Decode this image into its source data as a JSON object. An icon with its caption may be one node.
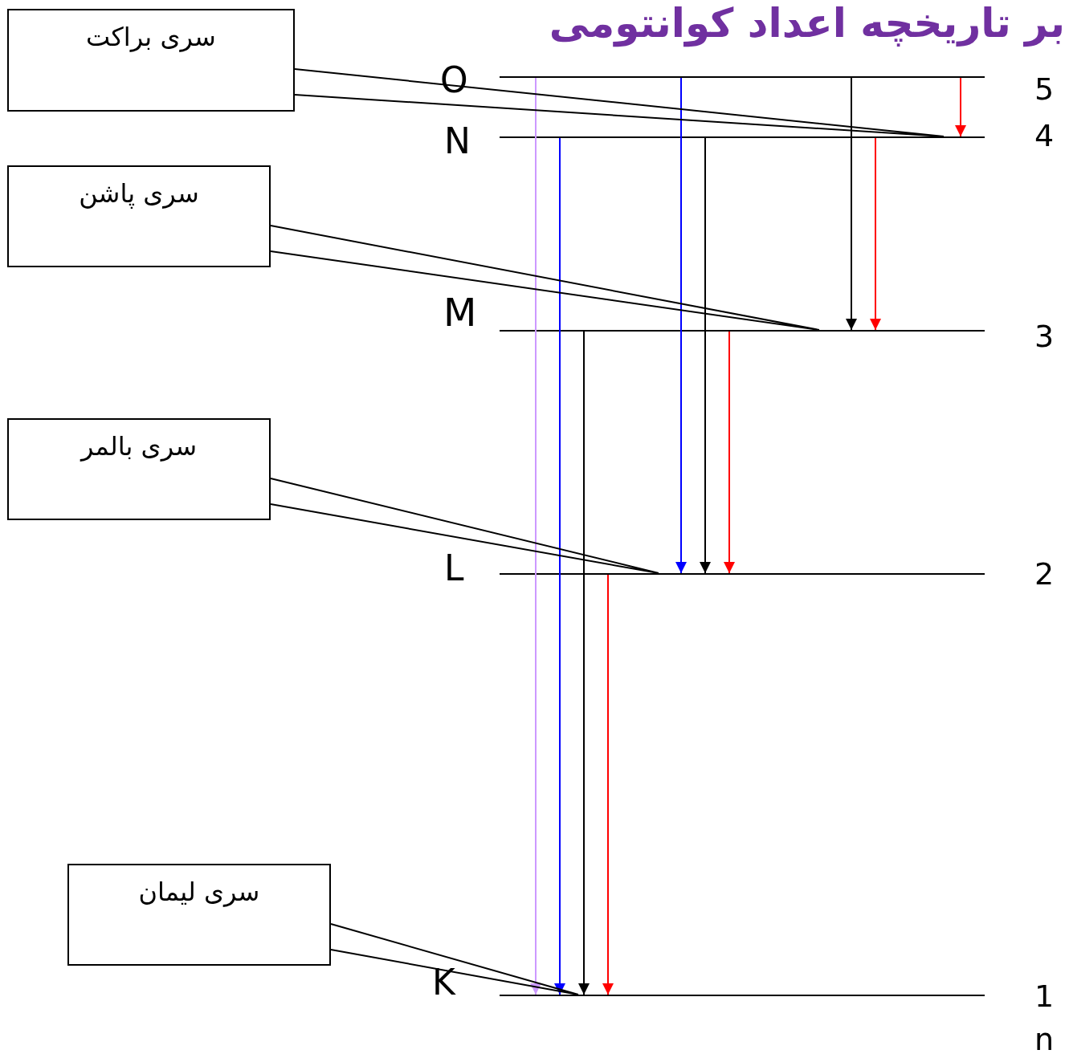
{
  "diagram": {
    "title": "بر تاریخچه اعداد کوانتومی",
    "nodes": [
      {
        "text": [
          "سری براکت"
        ]
      },
      {
        "text": [],
        "shape": "line"
      },
      {
        "text": [],
        "shape": "line"
      },
      {
        "text": [
          "سری پاشن"
        ]
      },
      {
        "text": [],
        "shape": "line"
      },
      {
        "text": [
          "سری بالمر"
        ]
      },
      {
        "text": [],
        "shape": "line"
      },
      {
        "text": [
          "سری لیمان"
        ]
      },
      {
        "text": [],
        "shape": "line"
      }
    ],
    "edges": [
      {
        "from": 1,
        "to": 8,
        "arrow": "to",
        "color": "#cc99ff"
      },
      {
        "from": 1,
        "to": 6,
        "arrow": "to",
        "color": "#0000ff"
      },
      {
        "from": 1,
        "to": 4,
        "arrow": "to",
        "color": "#000000"
      },
      {
        "from": 1,
        "to": 2,
        "arrow": "to",
        "color": "#ff0000"
      },
      {
        "from": 2,
        "to": 8,
        "arrow": "to",
        "color": "#0000ff"
      },
      {
        "from": 2,
        "to": 6,
        "arrow": "to",
        "color": "#000000"
      },
      {
        "from": 2,
        "to": 4,
        "arrow": "to",
        "color": "#ff0000"
      },
      {
        "from": 4,
        "to": 8,
        "arrow": "to",
        "color": "#000000"
      },
      {
        "from": 4,
        "to": 6,
        "arrow": "to",
        "color": "#ff0000"
      },
      {
        "from": 6,
        "to": 8,
        "arrow": "to",
        "color": "#ff0000"
      },
      {
        "from": 0,
        "to": 2,
        "arrow": "none"
      },
      {
        "from": 3,
        "to": 4,
        "arrow": "none"
      },
      {
        "from": 5,
        "to": 6,
        "arrow": "none"
      },
      {
        "from": 7,
        "to": 8,
        "arrow": "none"
      }
    ],
    "labels": [
      "O",
      "5",
      "N",
      "4",
      "M",
      "3",
      "L",
      "2",
      "K",
      "1",
      "n"
    ]
  }
}
